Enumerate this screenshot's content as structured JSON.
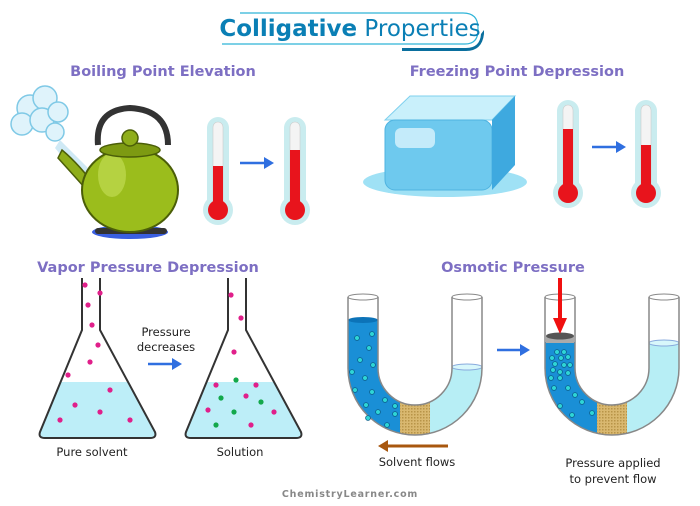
{
  "title": {
    "bold": "Colligative",
    "light": "Properties"
  },
  "sections": {
    "boiling": {
      "heading": "Boiling Point Elevation"
    },
    "freezing": {
      "heading": "Freezing Point Depression"
    },
    "vapor": {
      "heading": "Vapor Pressure Depression",
      "arrow_label_line1": "Pressure",
      "arrow_label_line2": "decreases",
      "left_caption": "Pure solvent",
      "right_caption": "Solution"
    },
    "osmotic": {
      "heading": "Osmotic Pressure",
      "left_caption": "Solvent flows",
      "right_caption_line1": "Pressure applied",
      "right_caption_line2": "to prevent flow"
    }
  },
  "footer": "ChemistryLearner.com",
  "colors": {
    "title": "#0a7fb5",
    "heading": "#7d6fc3",
    "mercury": "#e8141c",
    "arrow": "#2f6fe0",
    "solution": "#1a8fd6",
    "solvent": "#b7eef5"
  }
}
